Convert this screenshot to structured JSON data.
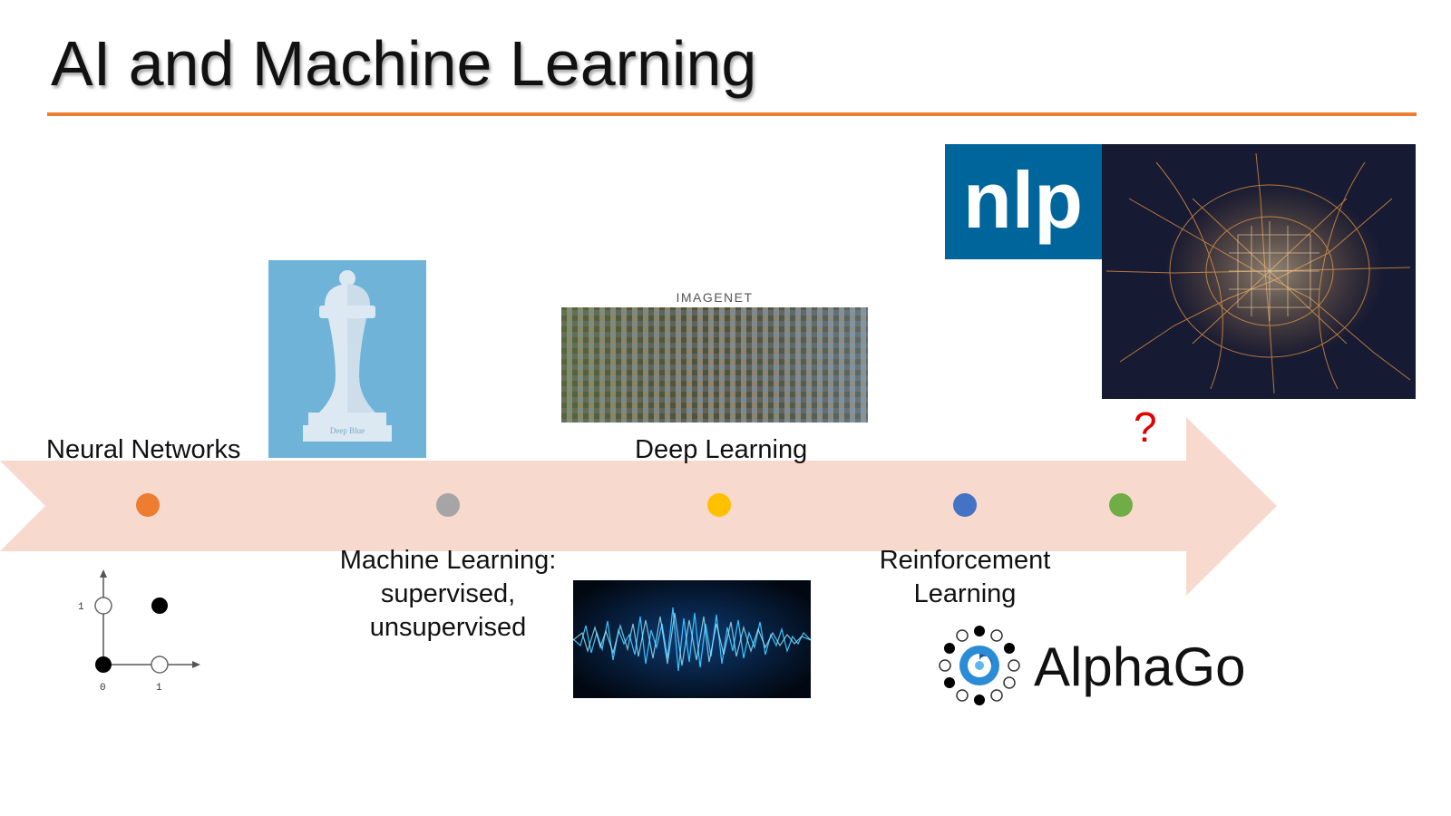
{
  "slide": {
    "title": "AI and Machine Learning"
  },
  "timeline": {
    "milestones": [
      {
        "label": "Neural Networks",
        "color": "#ed7d31"
      },
      {
        "label": "Machine Learning:\nsupervised,\nunsupervised",
        "color": "#a5a5a5"
      },
      {
        "label": "Deep Learning",
        "color": "#ffc000"
      },
      {
        "label": "Reinforcement\nLearning",
        "color": "#4472c4"
      },
      {
        "label": "?",
        "color": "#70ad47"
      }
    ],
    "arrow_color": "#f8d9ce",
    "accent_color": "#ed7d31"
  },
  "images": {
    "xor_plot": {
      "tick_y": "1",
      "tick_x0": "0",
      "tick_x1": "1"
    },
    "deep_blue": {
      "caption": "Deep Blue"
    },
    "imagenet": {
      "logo_text": "IMAGENET"
    },
    "nlp": {
      "logo_text": "nlp",
      "color": "#00659b"
    },
    "alphago": {
      "logo_text": "AlphaGo"
    }
  }
}
